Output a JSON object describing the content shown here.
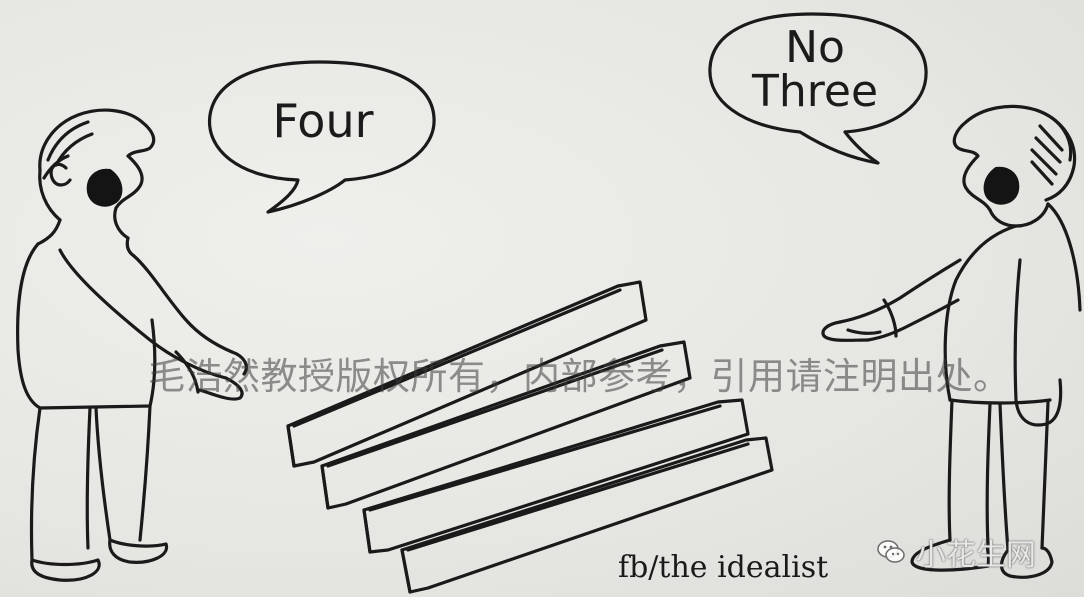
{
  "speech": {
    "left": "Four",
    "right_line1": "No",
    "right_line2": "Three"
  },
  "overlay": {
    "watermark_text": "毛浩然教授版权所有，内部参考，引用请注明出处。",
    "credit": "fb/the idealist",
    "brand_text": "小花生网",
    "brand_icon": "wechat-icon"
  },
  "colors": {
    "paper": "#e9e9e6",
    "ink": "#1a1a1a"
  }
}
